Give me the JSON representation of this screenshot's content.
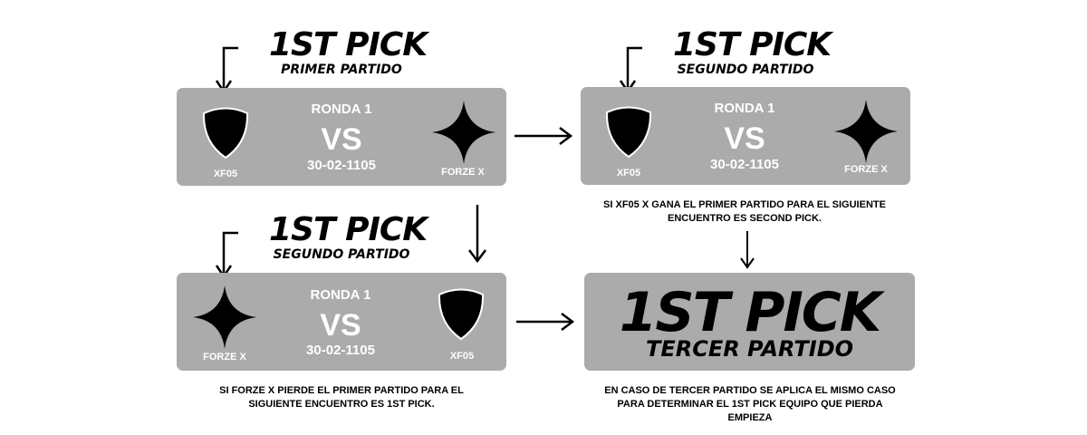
{
  "top_left": {
    "title": "1ST PICK",
    "subtitle": "PRIMER PARTIDO",
    "ronda": "RONDA 1",
    "vs": "VS",
    "date": "30-02-1105",
    "team_left": "XF05",
    "team_right": "FORZE X"
  },
  "top_right": {
    "title": "1ST PICK",
    "subtitle": "SEGUNDO PARTIDO",
    "ronda": "RONDA 1",
    "vs": "VS",
    "date": "30-02-1105",
    "team_left": "XF05",
    "team_right": "FORZE X",
    "note_line1": "SI XF05 X GANA EL PRIMER PARTIDO PARA EL SIGUIENTE",
    "note_line2": "ENCUENTRO ES SECOND PICK."
  },
  "bottom_left": {
    "title": "1ST PICK",
    "subtitle": "SEGUNDO PARTIDO",
    "ronda": "RONDA 1",
    "vs": "VS",
    "date": "30-02-1105",
    "team_left": "FORZE X",
    "team_right": "XF05",
    "note_line1": "SI FORZE X PIERDE EL PRIMER PARTIDO PARA EL",
    "note_line2": "SIGUIENTE ENCUENTRO ES 1ST PICK."
  },
  "bottom_right": {
    "title": "1ST PICK",
    "subtitle": "TERCER PARTIDO",
    "note_line1": "EN CASO DE TERCER PARTIDO SE APLICA EL MISMO CASO",
    "note_line2": "PARA DETERMINAR EL 1ST PICK EQUIPO QUE PIERDA",
    "note_line3": "EMPIEZA"
  },
  "icons": {
    "shield": "shield-icon",
    "star": "four-point-star-icon",
    "arrow": "arrow-icon"
  },
  "colors": {
    "card": "#ababab",
    "card_text": "#ffffff",
    "ink": "#000000",
    "background": "#ffffff"
  }
}
